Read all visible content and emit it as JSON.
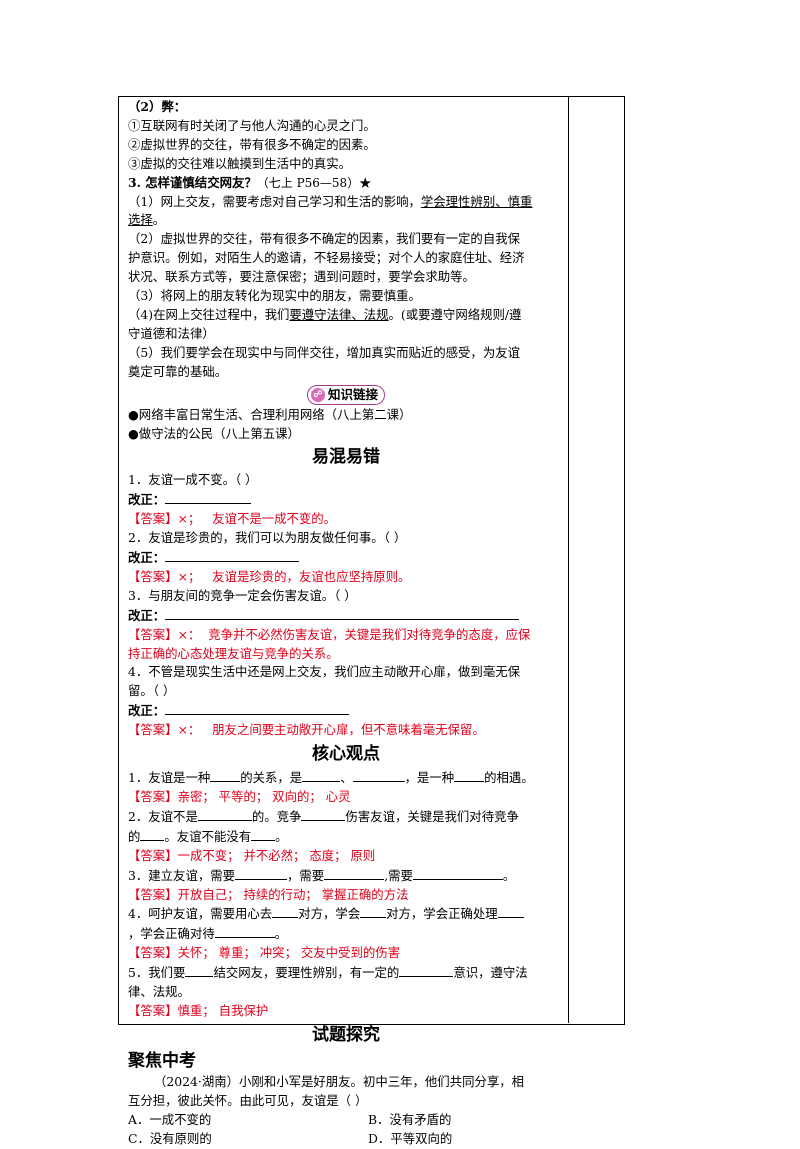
{
  "part2": {
    "heading": "（2）弊：",
    "items": [
      "①互联网有时关闭了与他人沟通的心灵之门。",
      "②虚拟世界的交往，带有很多不确定的因素。",
      "③虚拟的交往难以触摸到生活中的真实。"
    ]
  },
  "q3": {
    "title": "3. 怎样谨慎结交网友？",
    "ref": "（七上 P56—58）★",
    "p1_a": "（1）网上交友，需要考虑对自己学习和生活的影响，",
    "p1_u1": "学会理性辨别、慎重",
    "p1_u2": "选择",
    "p1_b": "。",
    "p2_l1": "（2）虚拟世界的交往，带有很多不确定的因素，我们要有一定的自我保",
    "p2_l2": "护意识。例如，对陌生人的邀请，不轻易接受；对个人的家庭住址、经济",
    "p2_l3": "状况、联系方式等，要注意保密；遇到问题时，要学会求助等。",
    "p3": "（3）将网上的朋友转化为现实中的朋友，需要慎重。",
    "p4_a": "（4)在网上交往过程中，我们",
    "p4_u": "要遵守法律、法规",
    "p4_b": "。(或要遵守网络规则/遵",
    "p4_l2": "守道德和法律）",
    "p5_l1": "（5）我们要学会在现实中与同伴交往，增加真实而贴近的感受，为友谊",
    "p5_l2": "奠定可靠的基础。"
  },
  "link": {
    "badge": "知识链接",
    "items": [
      "●网络丰富日常生活、合理利用网络（八上第二课）",
      "●做守法的公民（八上第五课）"
    ]
  },
  "confusing": {
    "heading": "易混易错",
    "fix_label": "改正：",
    "answer_label": "【答案】",
    "items": [
      {
        "q": "1．友谊一成不变。（    ）",
        "mark": "×；",
        "ans1": "友谊不是一成不变的。",
        "ans2": ""
      },
      {
        "q": "2．友谊是珍贵的，我们可以为朋友做任何事。（    ）",
        "mark": "×；",
        "ans1": "友谊是珍贵的，友谊也应坚持原则。",
        "ans2": ""
      },
      {
        "q": "3．与朋友间的竞争一定会伤害友谊。（    ）",
        "mark": "×：",
        "ans1": "竞争并不必然伤害友谊，关键是我们对待竞争的态度，应保",
        "ans2": "持正确的心态处理友谊与竞争的关系。"
      },
      {
        "q": "4．不管是现实生活中还是网上交友，我们应主动敞开心扉，做到毫无保",
        "q2": "留。（    ）",
        "mark": "×：",
        "ans1": "朋友之间要主动敞开心扉，但不意味着毫无保留。",
        "ans2": ""
      }
    ]
  },
  "core": {
    "heading": "核心观点",
    "answer_label": "【答案】",
    "q1": {
      "a": "1．友谊是一种",
      "b": "的关系，是",
      "c": "、",
      "d": "，是一种",
      "e": "的相遇。",
      "ans": "亲密；   平等的；   双向的；   心灵"
    },
    "q2": {
      "a": "2．友谊不是",
      "b": "的。竞争",
      "c": "伤害友谊，关键是我们对待竞争",
      "d": "的",
      "e": "。友谊不能没有",
      "f": "。",
      "ans": "一成不变；   并不必然；   态度；   原则"
    },
    "q3": {
      "a": "3．建立友谊，需要",
      "b": "，需要",
      "c": ",需要",
      "d": "。",
      "ans": "开放自己；   持续的行动；   掌握正确的方法"
    },
    "q4": {
      "a": "4．呵护友谊，需要用心去",
      "b": "对方，学会",
      "c": "对方，学会正确处理",
      "d": "，学会正确对待",
      "e": "。",
      "ans": "关怀；    尊重；    冲突；    交友中受到的伤害"
    },
    "q5": {
      "a": "5．我们要",
      "b": "结交网友，要理性辨别，有一定的",
      "c": "意识，遵守法",
      "d": "律、法规。",
      "ans": "慎重；   自我保护"
    }
  },
  "explore": {
    "heading": "试题探究",
    "subheading": "聚焦中考",
    "q_l1": "（2024·湖南）小刚和小军是好朋友。初中三年，他们共同分享，相",
    "q_l2": "互分担，彼此关怀。由此可见，友谊是（    ）",
    "options": [
      "A．一成不变的",
      "B．没有矛盾的",
      "C．没有原则的",
      "D．平等双向的"
    ]
  },
  "colors": {
    "answer": "#e0001b",
    "badge_border": "#a63c8f"
  }
}
